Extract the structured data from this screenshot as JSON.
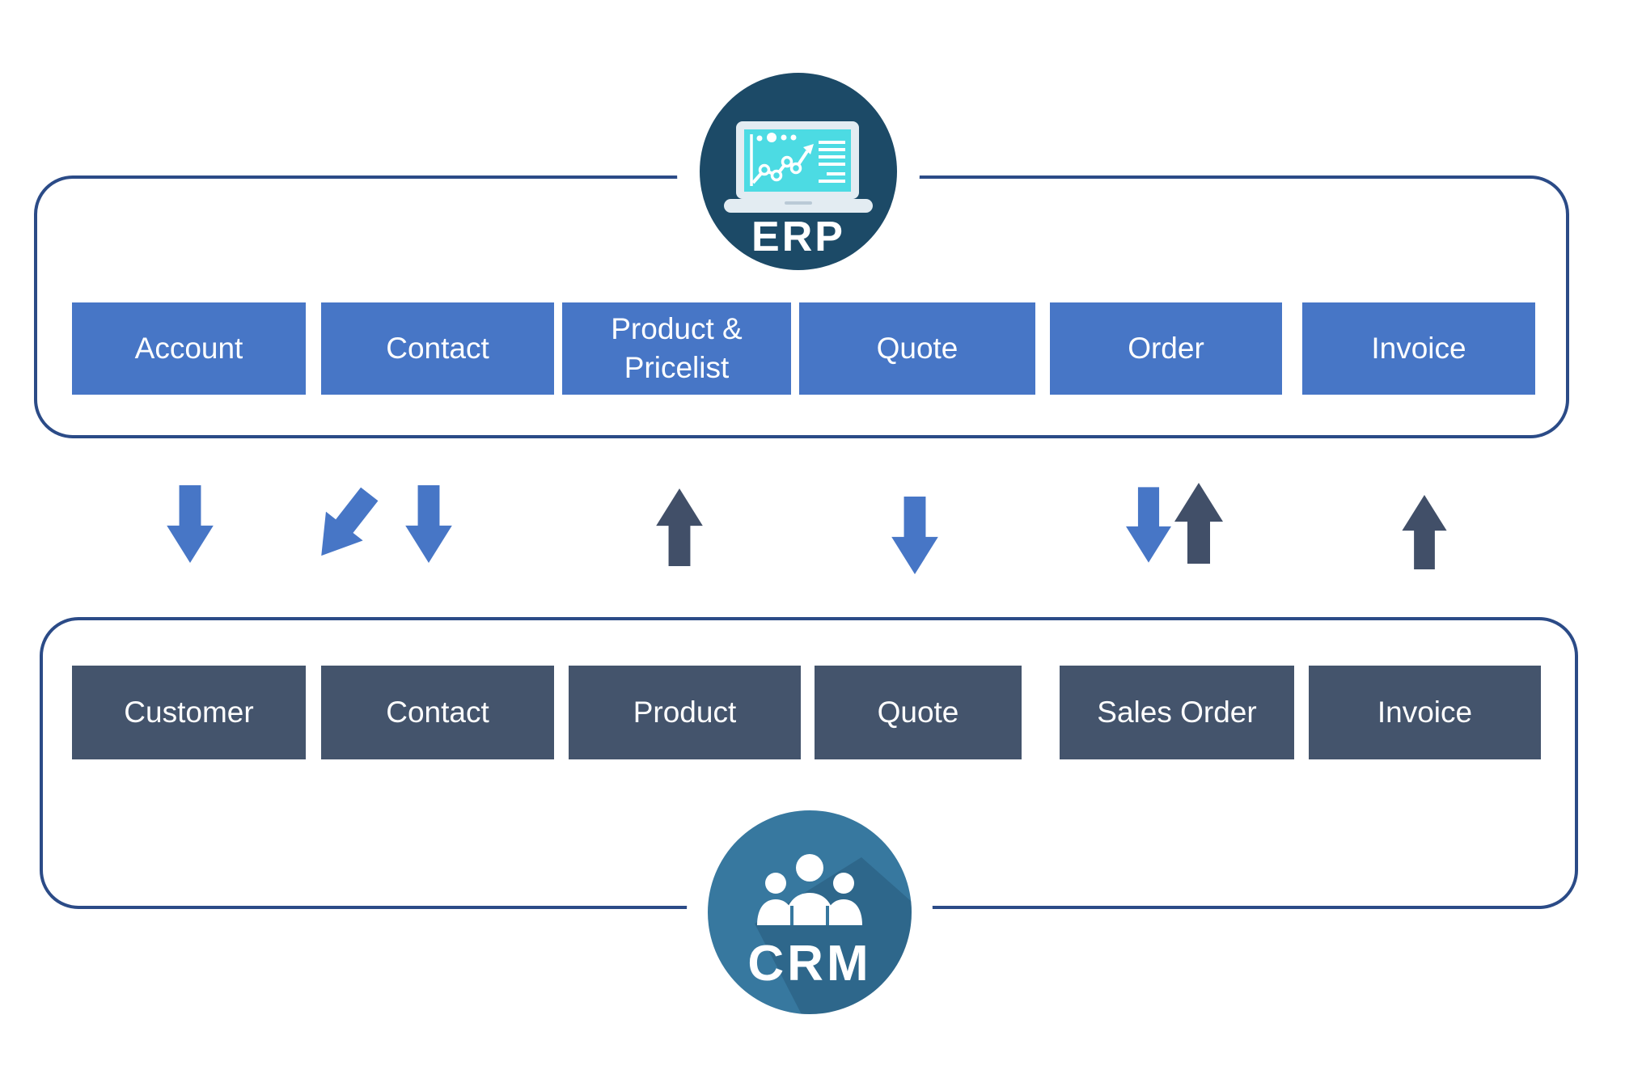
{
  "diagram": {
    "description": "ERP and CRM data synchronization diagram"
  },
  "erp": {
    "label": "ERP",
    "items": [
      "Account",
      "Contact",
      "Product & Pricelist",
      "Quote",
      "Order",
      "Invoice"
    ]
  },
  "crm": {
    "label": "CRM",
    "items": [
      "Customer",
      "Contact",
      "Product",
      "Quote",
      "Sales Order",
      "Invoice"
    ]
  },
  "arrows": [
    {
      "between": "Account - Customer",
      "direction": "down",
      "color": "#4776C6"
    },
    {
      "between": "Contact - Contact",
      "direction": "down-left",
      "color": "#4776C6"
    },
    {
      "between": "Contact - Contact",
      "direction": "down",
      "color": "#4776C6"
    },
    {
      "between": "Product & Pricelist - Product",
      "direction": "up",
      "color": "#414F68"
    },
    {
      "between": "Quote - Quote",
      "direction": "down",
      "color": "#4776C6"
    },
    {
      "between": "Order - Sales Order",
      "direction": "down",
      "color": "#4776C6"
    },
    {
      "between": "Order - Sales Order",
      "direction": "up",
      "color": "#414F68"
    },
    {
      "between": "Invoice - Invoice",
      "direction": "up",
      "color": "#414F68"
    }
  ],
  "colors": {
    "erp_box": "#4776C6",
    "crm_box": "#44546C",
    "container_border": "#2B4B87",
    "erp_circle": "#1C4A67",
    "erp_screen": "#4CDBE3",
    "crm_circle": "#37789F",
    "arrow_blue": "#4776C6",
    "arrow_dark": "#414F68"
  }
}
